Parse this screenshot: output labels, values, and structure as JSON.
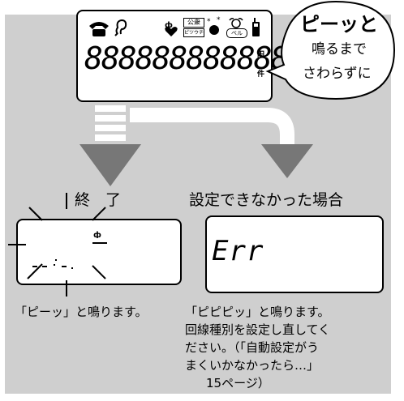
{
  "bubble": {
    "line1": "ピーッと",
    "line2": "鳴るまで",
    "line3": "さわらずに"
  },
  "lcd_top": {
    "digits": "888888888888",
    "label_kokyo": "公衆",
    "label_pitsu": "ピツウチ",
    "label_beru": "ベル",
    "unit_yen": "円",
    "unit_ken": "件"
  },
  "left": {
    "title": "終　了",
    "caption": "「ピーッ」と鳴ります。"
  },
  "right": {
    "title": "設定できなかった場合",
    "error_text": "Err",
    "caption_lines": [
      "「ピピピッ」と鳴ります。",
      "回線種別を設定し直してく",
      "ださい。（「自動設定がう",
      "まくいかなかったら…」",
      "15ページ）"
    ]
  }
}
